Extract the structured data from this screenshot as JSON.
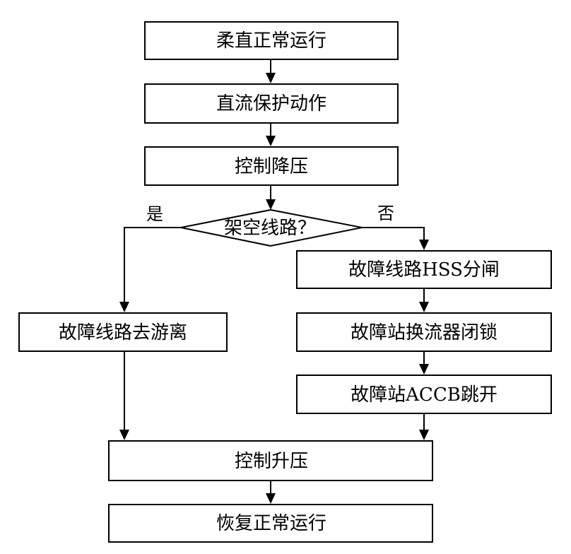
{
  "flowchart": {
    "steps": {
      "normal_operation": "柔直正常运行",
      "dc_protection": "直流保护动作",
      "control_step_down": "控制降压",
      "overhead_line_question": "架空线路？",
      "isolate_fault_line": "故障线路去游离",
      "open_hss": "故障线路HSS分闸",
      "block_converter": "故障站换流器闭锁",
      "trip_accb": "故障站ACCB跳开",
      "control_step_up": "控制升压",
      "resume_operation": "恢复正常运行"
    },
    "branches": {
      "yes": "是",
      "no": "否"
    }
  }
}
